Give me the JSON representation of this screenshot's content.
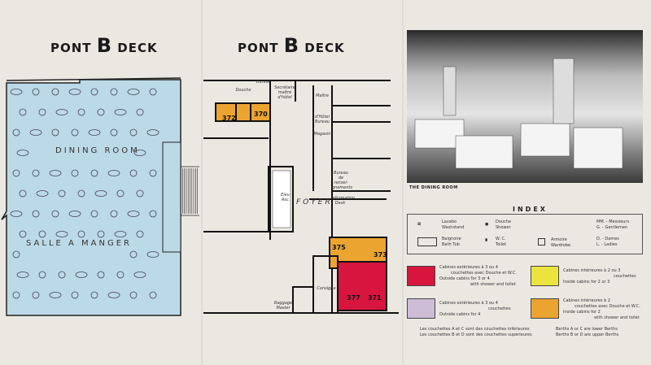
{
  "left_panel": {
    "title_pre": "PONT",
    "title_letter": "B",
    "title_post": "DECK",
    "room_en": "DINING ROOM",
    "room_fr": "SALLE A MANGER"
  },
  "middle_panel": {
    "title_pre": "PONT",
    "title_letter": "B",
    "title_post": "DECK",
    "labels": {
      "foyer": "FOYER",
      "secretaire": "Secrétaire maître d'hôtel",
      "maitre": "Maître",
      "hotel_bureau": "d'Hôtel Bureau",
      "magasin": "Magasin",
      "bureau_renseignements": "Bureau de rensei-gnements",
      "elev": "Elev. Asc.",
      "info_desk": "Information Desk",
      "consigne": "Consigne",
      "baggage": "Baggage Master",
      "douche": "Douche",
      "bureau": "Bureau"
    },
    "cabins": [
      "372",
      "370",
      "375",
      "373",
      "377",
      "371"
    ]
  },
  "photo": {
    "caption": "THE DINING ROOM"
  },
  "index": {
    "title": "INDEX",
    "symbols": [
      {
        "fr": "Lavabo",
        "en": "Washstand"
      },
      {
        "fr": "Douche",
        "en": "Shower"
      },
      {
        "fr": "Baignoire",
        "en": "Bath Tub"
      },
      {
        "fr": "W. C.",
        "en": "Toilet"
      },
      {
        "fr": "Armoire",
        "en": "Wardrobe"
      }
    ],
    "abbrev": [
      "MM. - Messieurs",
      "G. - Gentlemen",
      "D. - Dames",
      "L. - Ladies"
    ]
  },
  "legend": [
    {
      "color": "#d8153f",
      "fr1": "Cabines extérieures à 3 ou 4",
      "fr2": "couchettes avec Douche et W.C.",
      "en1": "Outside cabins for 3 or 4",
      "en2": "with shower and toilet"
    },
    {
      "color": "#ece43e",
      "fr1": "Cabines intérieures à 2 ou 3",
      "fr2": "couchettes",
      "en1": "Inside cabins for 2 or 3",
      "en2": ""
    },
    {
      "color": "#cdbdd6",
      "fr1": "Cabines extérieures à 3 ou 4",
      "fr2": "couchettes",
      "en1": "Outside cabins for 4",
      "en2": ""
    },
    {
      "color": "#eca431",
      "fr1": "Cabines intérieures à 2",
      "fr2": "couchettes avec Douche et W.C.",
      "en1": "Inside cabins for 2",
      "en2": "with shower and toilet"
    }
  ],
  "notes": {
    "fr1": "Les couchettes A et C sont des couchettes inférieures",
    "fr2": "Les couchettes B et D sont des couchettes supérieures",
    "en1": "Berths A or C are lower Berths",
    "en2": "Berths B or D are upper Berths"
  }
}
